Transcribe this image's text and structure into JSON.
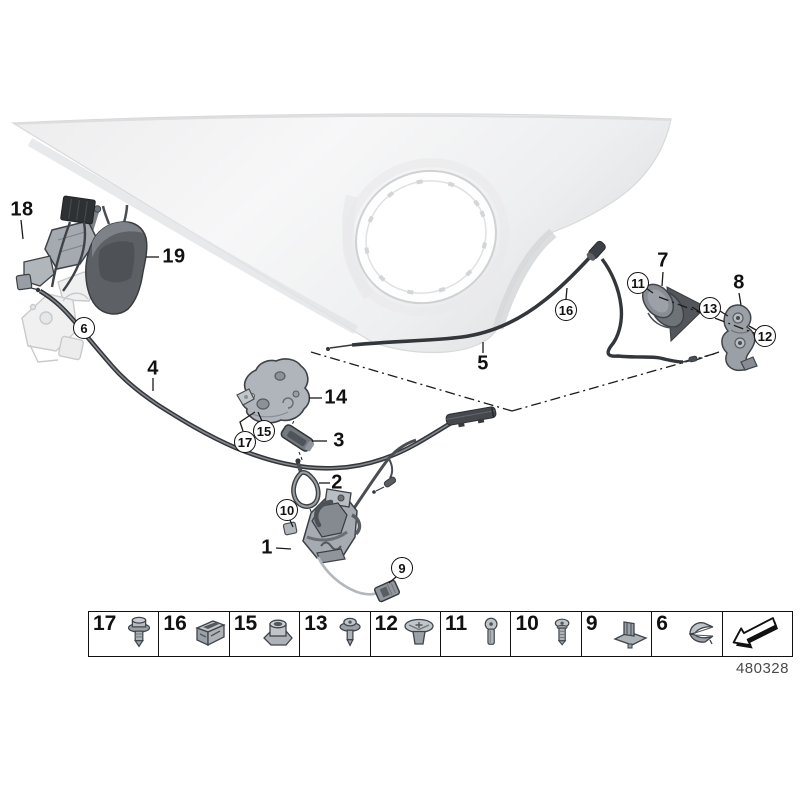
{
  "diagram": {
    "doc_number": "480328",
    "callouts": {
      "plain": [
        {
          "label": "18"
        },
        {
          "label": "19"
        },
        {
          "label": "4"
        },
        {
          "label": "14"
        },
        {
          "label": "3"
        },
        {
          "label": "2"
        },
        {
          "label": "1"
        },
        {
          "label": "5"
        },
        {
          "label": "7"
        },
        {
          "label": "8"
        }
      ],
      "circled": [
        {
          "label": "6"
        },
        {
          "label": "17"
        },
        {
          "label": "15"
        },
        {
          "label": "10"
        },
        {
          "label": "9"
        },
        {
          "label": "16"
        },
        {
          "label": "11"
        },
        {
          "label": "13"
        },
        {
          "label": "12"
        }
      ]
    },
    "colors": {
      "outline": "#1b1b1b",
      "metal_gray": "#a6acb2",
      "dark_part": "#54585c",
      "hood_gray": "#efeff0"
    }
  },
  "legend": {
    "items": [
      {
        "number": "17",
        "icon": "hex-flange-screw-icon"
      },
      {
        "number": "16",
        "icon": "cage-nut-clip-icon"
      },
      {
        "number": "15",
        "icon": "flange-nut-icon"
      },
      {
        "number": "13",
        "icon": "washer-head-screw-icon"
      },
      {
        "number": "12",
        "icon": "expansion-nut-icon"
      },
      {
        "number": "11",
        "icon": "round-head-screw-icon"
      },
      {
        "number": "10",
        "icon": "pan-head-screw-icon"
      },
      {
        "number": "9",
        "icon": "plastic-clip-icon"
      },
      {
        "number": "6",
        "icon": "spring-clip-icon"
      }
    ],
    "arrow_icon": "direction-arrow-icon"
  }
}
